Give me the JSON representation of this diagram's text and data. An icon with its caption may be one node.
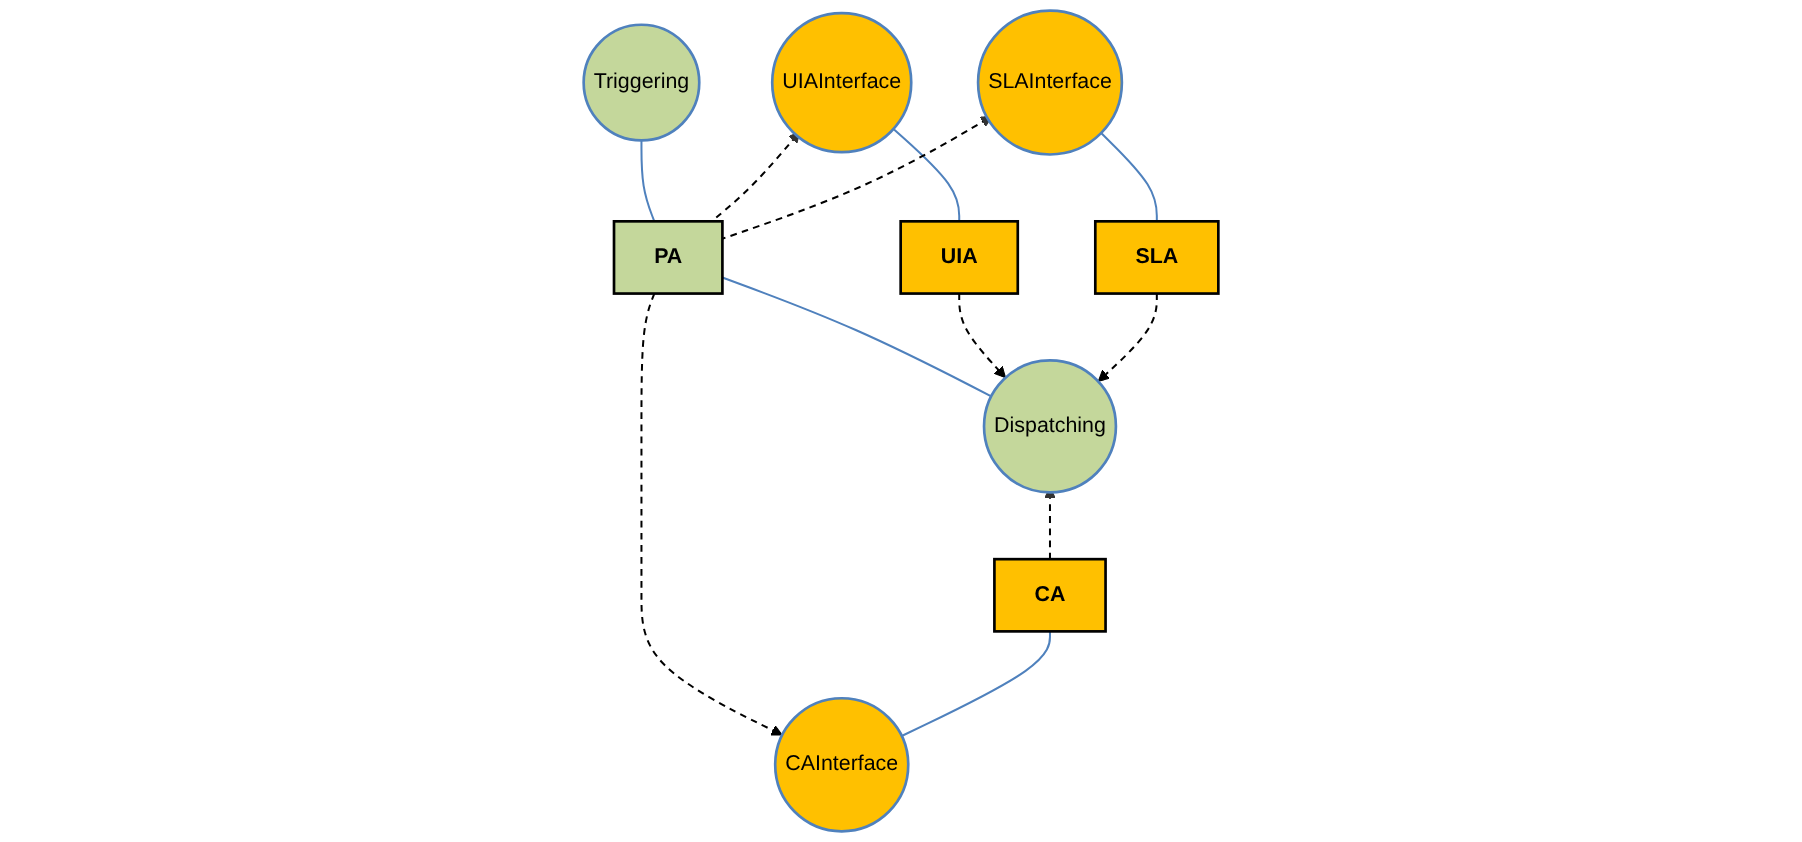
{
  "diagram": {
    "nodes": [
      {
        "text": [
          "UIAInterface"
        ]
      },
      {
        "text": [
          "Triggering"
        ]
      },
      {
        "text": [
          "SLAInterface"
        ]
      },
      {
        "text": [
          "UIA"
        ]
      },
      {
        "text": [
          "PA"
        ]
      },
      {
        "text": [
          "SLA"
        ]
      },
      {
        "text": [
          "Dispatching"
        ]
      },
      {
        "text": [
          "CA"
        ]
      },
      {
        "text": [
          "CAInterface"
        ]
      }
    ],
    "edges": [
      {
        "from": 3,
        "to": 0,
        "arrow": "none",
        "color": "#4f81bd"
      },
      {
        "from": 4,
        "to": 1,
        "arrow": "none",
        "color": "#4f81bd"
      },
      {
        "from": 5,
        "to": 2,
        "arrow": "none",
        "color": "#4f81bd"
      },
      {
        "from": 4,
        "to": 0,
        "arrow": "to",
        "style": "dashed"
      },
      {
        "from": 4,
        "to": 2,
        "arrow": "to",
        "style": "dashed"
      },
      {
        "from": 4,
        "to": 6,
        "arrow": "none",
        "color": "#4f81bd"
      },
      {
        "from": 3,
        "to": 6,
        "arrow": "to",
        "style": "dashed"
      },
      {
        "from": 5,
        "to": 6,
        "arrow": "to",
        "style": "dashed"
      },
      {
        "from": 4,
        "to": 8,
        "arrow": "to",
        "style": "dashed"
      },
      {
        "from": 7,
        "to": 6,
        "arrow": "to",
        "style": "dashed"
      },
      {
        "from": 7,
        "to": 8,
        "arrow": "none",
        "color": "#4f81bd"
      }
    ]
  }
}
